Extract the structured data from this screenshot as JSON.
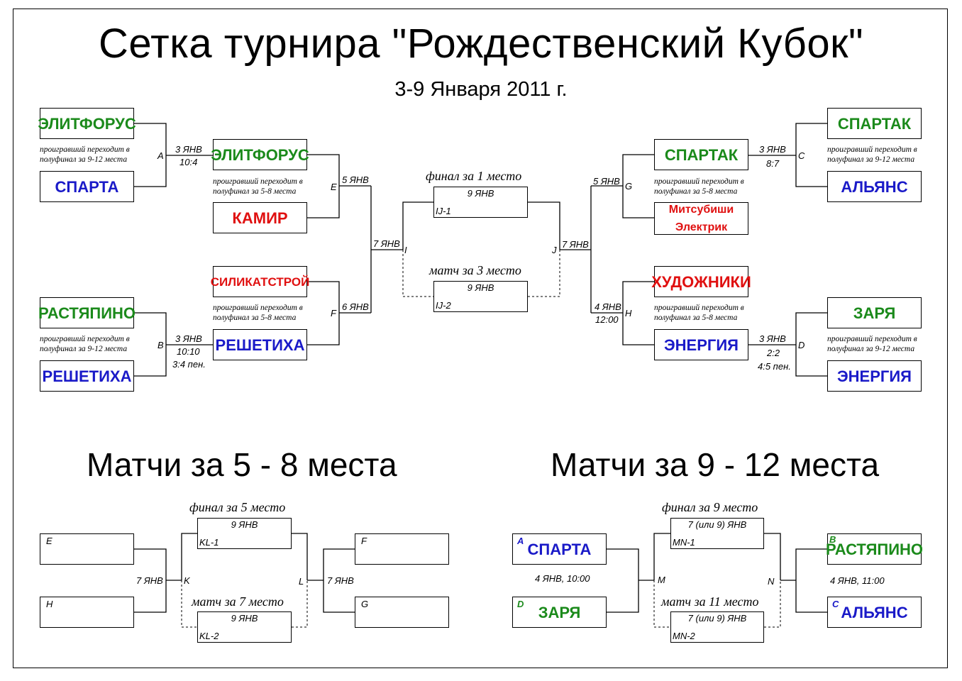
{
  "title": "Сетка  турнира \"Рождественский Кубок\"",
  "dates": "3-9 Января 2011 г.",
  "loser_note_912": "проигравший переходит в полуфинал за 9-12 места",
  "loser_note_58": "проигравший переходит в полуфинал за 5-8 места",
  "teams": {
    "t1": "ЭЛИТФОРУС",
    "t2": "СПАРТА",
    "t3": "РАСТЯПИНО",
    "t4": "РЕШЕТИХА",
    "q1": "ЭЛИТФОРУС",
    "q2": "КАМИР",
    "q3": "СИЛИКАТСТРОЙ",
    "q4": "РЕШЕТИХА",
    "t5": "СПАРТАК",
    "t6": "АЛЬЯНС",
    "t7": "ЗАРЯ",
    "t8": "ЭНЕРГИЯ",
    "q5": "СПАРТАК",
    "q6a": "Митсубиши",
    "q6b": "Электрик",
    "q7": "ХУДОЖНИКИ",
    "q8": "ЭНЕРГИЯ"
  },
  "labels": {
    "A": "A",
    "A_date": "3 ЯНВ",
    "A_score": "10:4",
    "B": "B",
    "B_date": "3 ЯНВ",
    "B_score": "10:10",
    "B_pen": "3:4 пен.",
    "C": "C",
    "C_date": "3 ЯНВ",
    "C_score": "8:7",
    "D": "D",
    "D_date": "3 ЯНВ",
    "D_score": "2:2",
    "D_pen": "4:5 пен.",
    "E": "E",
    "E_date": "5 ЯНВ",
    "F": "F",
    "F_date": "6 ЯНВ",
    "G": "G",
    "G_date": "5  ЯНВ",
    "H": "H",
    "H_date": "4 ЯНВ",
    "H_time": "12:00",
    "I": "I",
    "I_date": "7 ЯНВ",
    "J": "J",
    "J_date": "7 ЯНВ"
  },
  "finals": {
    "final1_title": "финал за 1 место",
    "final1_date": "9 ЯНВ",
    "final1_code": "IJ-1",
    "third_title": "матч за 3 место",
    "third_date": "9 ЯНВ",
    "third_code": "IJ-2"
  },
  "section58": {
    "title": "Матчи за 5 - 8 места",
    "E": "E",
    "H": "H",
    "F": "F",
    "G": "G",
    "K": "K",
    "L": "L",
    "K_date": "7 ЯНВ",
    "L_date": "7 ЯНВ",
    "final5_title": "финал за 5 место",
    "final5_date": "9 ЯНВ",
    "final5_code": "KL-1",
    "m7_title": "матч за 7 место",
    "m7_date": "9 ЯНВ",
    "m7_code": "KL-2"
  },
  "section912": {
    "title": "Матчи за 9 - 12 места",
    "A": "A",
    "A_team": "СПАРТА",
    "D": "D",
    "D_team": "ЗАРЯ",
    "B": "B",
    "B_team": "РАСТЯПИНО",
    "C": "C",
    "C_team": "АЛЬЯНС",
    "M": "M",
    "N": "N",
    "M_time": "4 ЯНВ, 10:00",
    "N_time": "4 ЯНВ, 11:00",
    "final9_title": "финал за 9 место",
    "final9_date": "7 (или 9) ЯНВ",
    "final9_code": "MN-1",
    "m11_title": "матч за 11 место",
    "m11_date": "7 (или 9) ЯНВ",
    "m11_code": "MN-2"
  },
  "colors": {
    "green": "#1b8a1b",
    "blue": "#1a1ac8",
    "red": "#e01010"
  }
}
